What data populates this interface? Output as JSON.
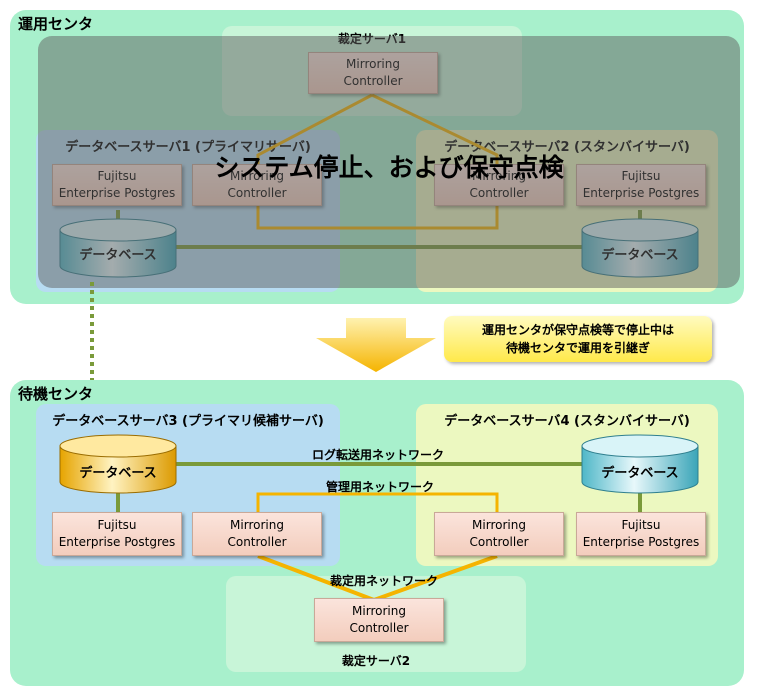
{
  "active_center": {
    "title": "運用センタ",
    "arbiter": {
      "title": "裁定サーバ1",
      "mc_line1": "Mirroring",
      "mc_line2": "Controller"
    },
    "db_server1": {
      "title": "データベースサーバ1 (プライマリサーバ)",
      "fep_line1": "Fujitsu",
      "fep_line2": "Enterprise Postgres",
      "mc_line1": "Mirroring",
      "mc_line2": "Controller",
      "db_label": "データベース"
    },
    "db_server2": {
      "title": "データベースサーバ2 (スタンバイサーバ)",
      "fep_line1": "Fujitsu",
      "fep_line2": "Enterprise Postgres",
      "mc_line1": "Mirroring",
      "mc_line2": "Controller",
      "db_label": "データベース"
    },
    "overlay_text": "システム停止、および保守点検"
  },
  "transition": {
    "callout_line1": "運用センタが保守点検等で停止中は",
    "callout_line2": "待機センタで運用を引継ぎ"
  },
  "standby_center": {
    "title": "待機センタ",
    "db_server3": {
      "title": "データベースサーバ3 (プライマリ候補サーバ)",
      "fep_line1": "Fujitsu",
      "fep_line2": "Enterprise Postgres",
      "mc_line1": "Mirroring",
      "mc_line2": "Controller",
      "db_label": "データベース"
    },
    "db_server4": {
      "title": "データベースサーバ4 (スタンバイサーバ)",
      "fep_line1": "Fujitsu",
      "fep_line2": "Enterprise Postgres",
      "mc_line1": "Mirroring",
      "mc_line2": "Controller",
      "db_label": "データベース"
    },
    "arbiter": {
      "title": "裁定サーバ2",
      "mc_line1": "Mirroring",
      "mc_line2": "Controller"
    },
    "networks": {
      "log_transfer": "ログ転送用ネットワーク",
      "management": "管理用ネットワーク",
      "arbitration": "裁定用ネットワーク"
    }
  },
  "colors": {
    "center_bg": "#a8f0cc",
    "zone_primary": "#b7dcf2",
    "zone_standby": "#ecf8c0",
    "log_network": "#7a9a3a",
    "management_network": "#f5b400",
    "overlay": "#5f5f5f"
  }
}
